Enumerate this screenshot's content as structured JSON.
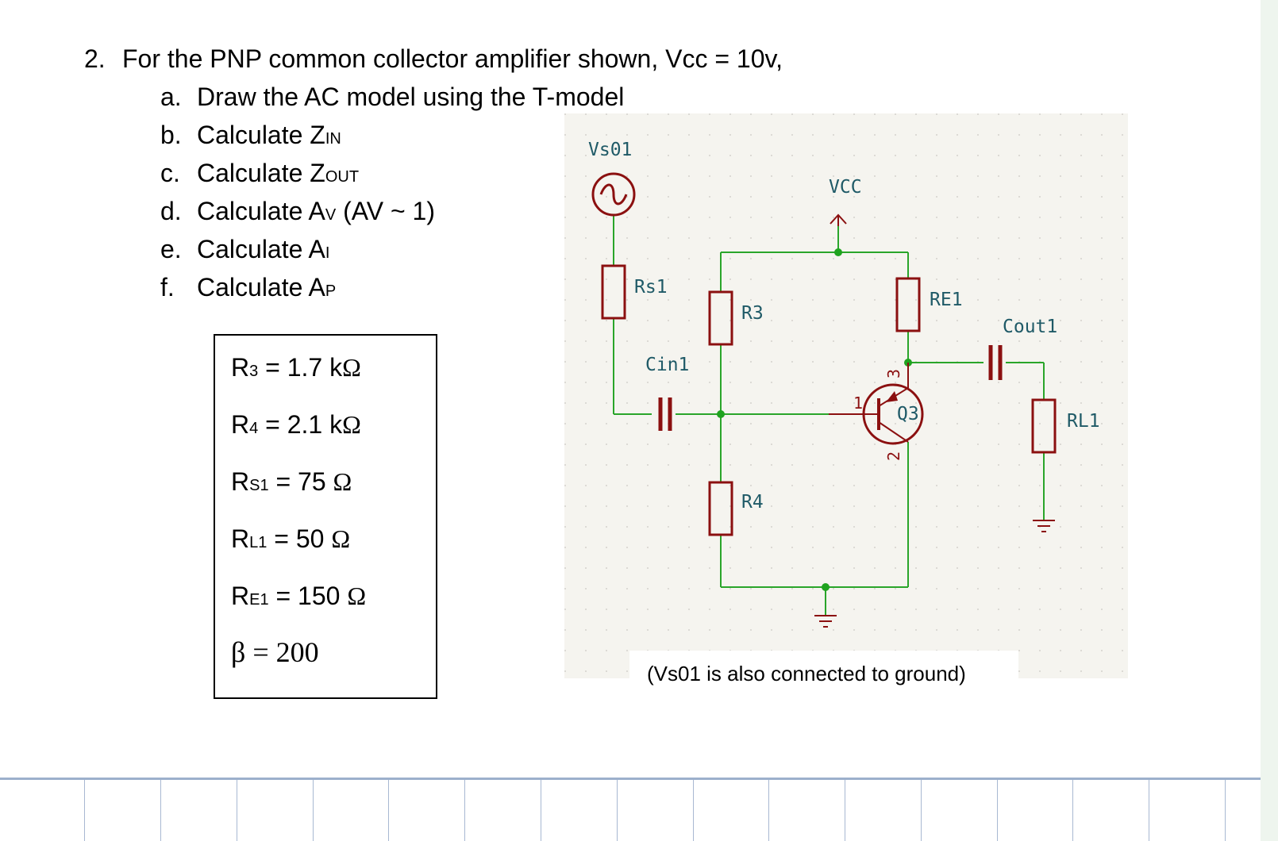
{
  "question": {
    "number": "2.",
    "text": "For the PNP common collector amplifier shown, Vcc = 10v,"
  },
  "parts": [
    {
      "letter": "a.",
      "text": "Draw the AC model using the T-model",
      "sub": "",
      "tail": ""
    },
    {
      "letter": "b.",
      "text": "Calculate Z",
      "sub": "IN",
      "tail": ""
    },
    {
      "letter": "c.",
      "text": "Calculate Z",
      "sub": "OUT",
      "tail": ""
    },
    {
      "letter": "d.",
      "text": "Calculate A",
      "sub": "V",
      "tail": " (AV ~ 1)"
    },
    {
      "letter": "e.",
      "text": "Calculate A",
      "sub": "I",
      "tail": ""
    },
    {
      "letter": "f.",
      "text": "Calculate A",
      "sub": "P",
      "tail": ""
    }
  ],
  "values": [
    {
      "name": "R",
      "sub": "3",
      "rest": " = 1.7 k",
      "unit": "Ω"
    },
    {
      "name": "R",
      "sub": "4",
      "rest": " = 2.1 k",
      "unit": "Ω"
    },
    {
      "name": "R",
      "sub": "S1",
      "rest": " = 75 ",
      "unit": "Ω"
    },
    {
      "name": "R",
      "sub": "L1",
      "rest": " = 50 ",
      "unit": "Ω"
    },
    {
      "name": "R",
      "sub": "E1",
      "rest": " = 150 ",
      "unit": "Ω"
    }
  ],
  "beta": "β = 200",
  "schematic": {
    "labels": {
      "source": "Vs01",
      "vcc": "VCC",
      "rs1": "Rs1",
      "r3": "R3",
      "re1": "RE1",
      "cin1": "Cin1",
      "cout1": "Cout1",
      "q3": "Q3",
      "rl1": "RL1",
      "r4": "R4",
      "pin1": "1",
      "pin2": "2",
      "pin3": "3"
    },
    "colors": {
      "wire": "#2aa52a",
      "component": "#8b1010",
      "label": "#1f5a67",
      "background": "#f5f4ef"
    },
    "note": "(Vs01 is also connected to ground)"
  }
}
